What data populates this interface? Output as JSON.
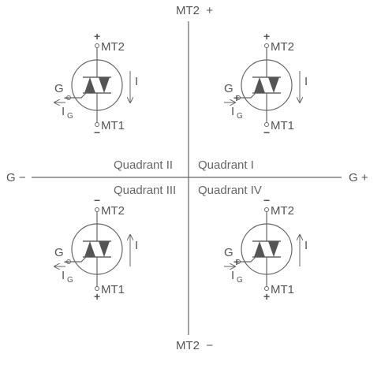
{
  "axes": {
    "top_label": "MT2  +",
    "bottom_label": "MT2  −",
    "left_label": "G −",
    "right_label": "G +"
  },
  "quadrants": {
    "q1": "Quadrant I",
    "q2": "Quadrant II",
    "q3": "Quadrant III",
    "q4": "Quadrant IV"
  },
  "symbols": {
    "q2": {
      "top_sign": "+",
      "top_label": "MT2",
      "bottom_sign": "−",
      "bottom_label": "MT1",
      "gate_label": "G",
      "gate_sign": "−",
      "current_label": "I",
      "gate_current": "I",
      "gate_current_sub": "G",
      "gate_arrow": "out",
      "current_dir": "down"
    },
    "q1": {
      "top_sign": "+",
      "top_label": "MT2",
      "bottom_sign": "−",
      "bottom_label": "MT1",
      "gate_label": "G",
      "gate_sign": "+",
      "current_label": "I",
      "gate_current": "I",
      "gate_current_sub": "G",
      "gate_arrow": "in",
      "current_dir": "down"
    },
    "q3": {
      "top_sign": "−",
      "top_label": "MT2",
      "bottom_sign": "+",
      "bottom_label": "MT1",
      "gate_label": "G",
      "gate_sign": "−",
      "current_label": "I",
      "gate_current": "I",
      "gate_current_sub": "G",
      "gate_arrow": "out",
      "current_dir": "up"
    },
    "q4": {
      "top_sign": "−",
      "top_label": "MT2",
      "bottom_sign": "+",
      "bottom_label": "MT1",
      "gate_label": "G",
      "gate_sign": "+",
      "current_label": "I",
      "gate_current": "I",
      "gate_current_sub": "G",
      "gate_arrow": "in",
      "current_dir": "up"
    }
  },
  "colors": {
    "line": "#666666",
    "triangle": "#555555"
  }
}
